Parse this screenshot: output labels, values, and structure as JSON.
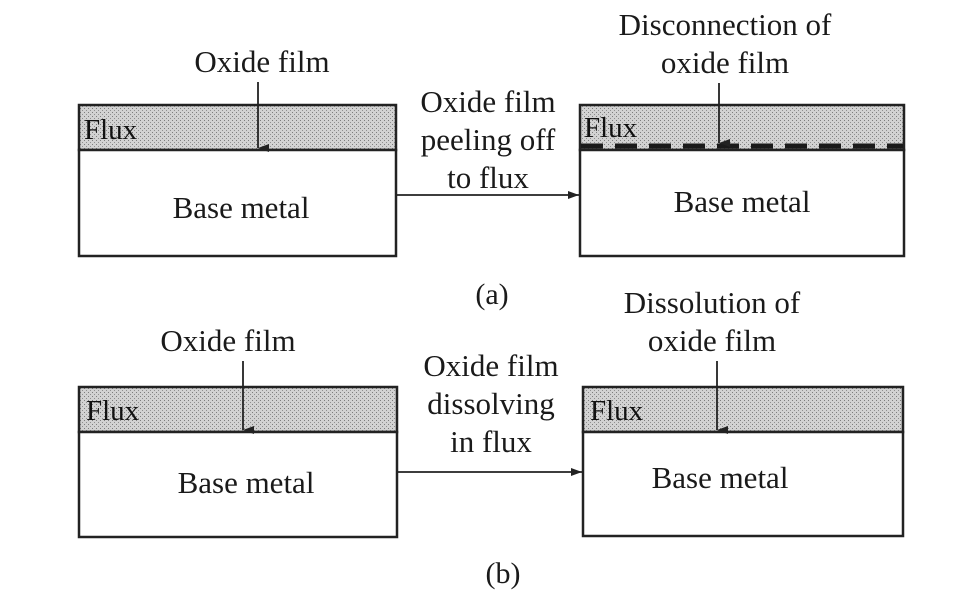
{
  "panel_a": {
    "caption": "(a)",
    "left": {
      "pointer_label": "Oxide film",
      "flux_label": "Flux",
      "base_label": "Base metal"
    },
    "arrow_lines": [
      "Oxide film",
      "peeling off",
      "to flux"
    ],
    "right": {
      "pointer_lines": [
        "Disconnection of",
        "oxide film"
      ],
      "flux_label": "Flux",
      "base_label": "Base metal"
    }
  },
  "panel_b": {
    "caption": "(b)",
    "left": {
      "pointer_label": "Oxide film",
      "flux_label": "Flux",
      "base_label": "Base metal"
    },
    "arrow_lines": [
      "Oxide film",
      "dissolving",
      "in flux"
    ],
    "right": {
      "pointer_lines": [
        "Dissolution of",
        "oxide film"
      ],
      "flux_label": "Flux",
      "base_label": "Base metal"
    }
  },
  "colors": {
    "stroke": "#222222",
    "flux_fill": "#c9c9c9",
    "flux_dot": "#8a8a8a"
  }
}
